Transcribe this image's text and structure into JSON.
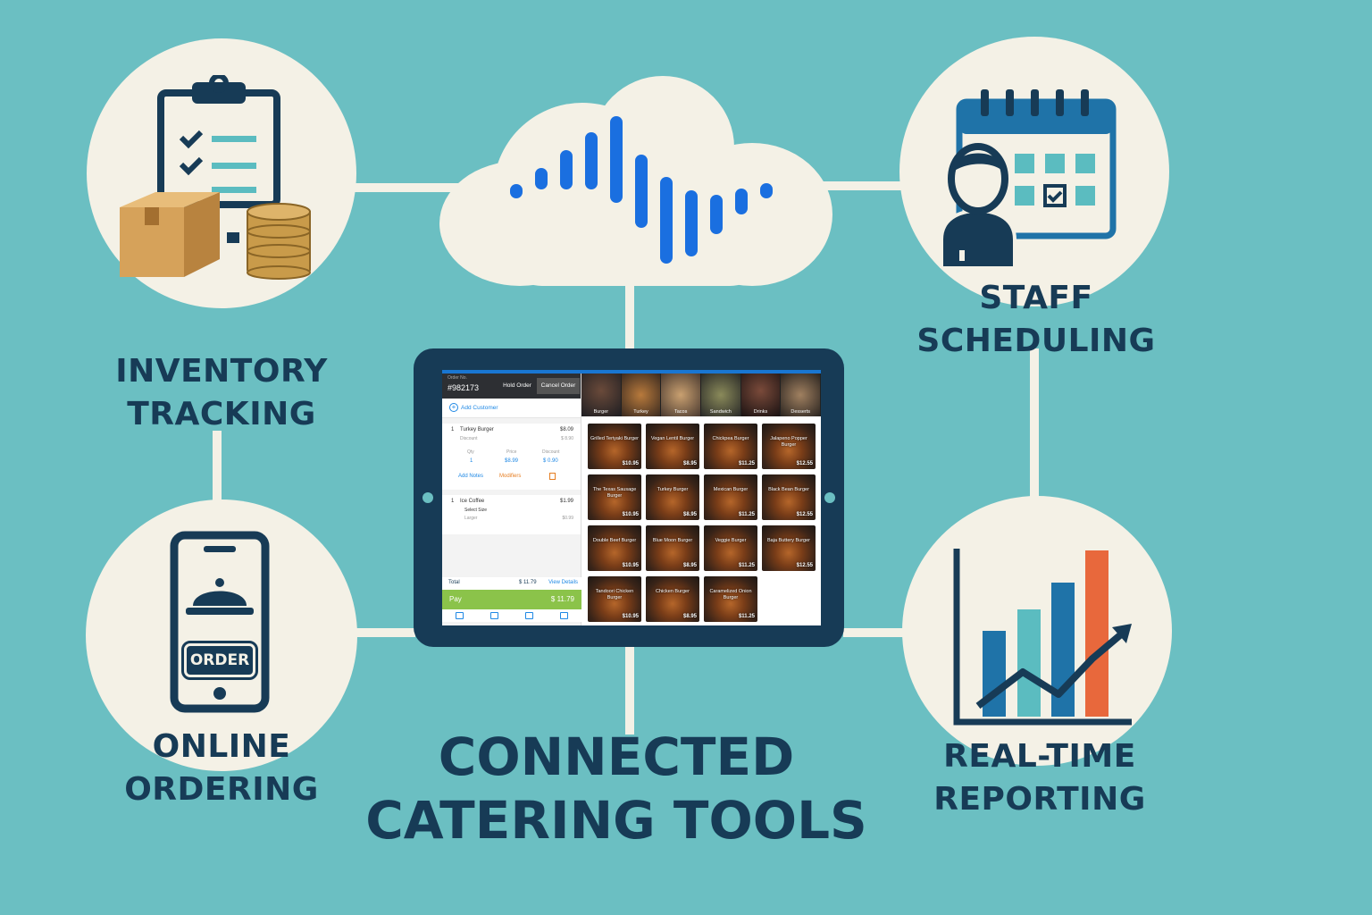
{
  "title": {
    "line1": "CONNECTED",
    "line2": "CATERING TOOLS"
  },
  "features": {
    "inventory": {
      "line1": "INVENTORY",
      "line2": "TRACKING"
    },
    "staff": {
      "line1": "STAFF",
      "line2": "SCHEDULING"
    },
    "online": {
      "line1": "ONLINE",
      "line2": "ORDERING",
      "badge": "ORDER"
    },
    "reporting": {
      "line1": "REAL-TIME",
      "line2": "REPORTING"
    }
  },
  "pos": {
    "order_no_label": "Order No.",
    "order_no": "#982173",
    "hold_order": "Hold Order",
    "cancel_order": "Cancel Order",
    "add_customer": "Add Customer",
    "item1": {
      "qty": "1",
      "name": "Turkey Burger",
      "price": "$8.09",
      "discount_label": "Discount",
      "discount": "$ 8.90",
      "col_qty": "Qty",
      "col_price": "Price",
      "col_discount": "Discount",
      "val_qty": "1",
      "val_price": "$8.99",
      "val_discount": "$ 0.90",
      "add_notes": "Add Notes",
      "modifiers": "Modifiers"
    },
    "item2": {
      "qty": "1",
      "name": "Ice Coffee",
      "price": "$1.99",
      "option_label": "Select Size",
      "option": "Larger",
      "option_price": "$0.99"
    },
    "total_label": "Total",
    "total": "$ 11.79",
    "view_details": "View Details",
    "pay_label": "Pay",
    "pay_amount": "$ 11.79",
    "categories": [
      "Burger",
      "Turkey",
      "Tacos",
      "Sandwich",
      "Drinks",
      "Desserts"
    ],
    "products": [
      {
        "name": "Grilled Teriyaki Burger",
        "price": "$10.95"
      },
      {
        "name": "Vegan Lentil Burger",
        "price": "$8.95"
      },
      {
        "name": "Chickpea Burger",
        "price": "$11.25"
      },
      {
        "name": "Jalapeno Popper Burger",
        "price": "$12.55"
      },
      {
        "name": "The Texas Sausage Burger",
        "price": "$10.95"
      },
      {
        "name": "Turkey Burger",
        "price": "$8.95"
      },
      {
        "name": "Mexican Burger",
        "price": "$11.25"
      },
      {
        "name": "Black Bean Burger",
        "price": "$12.55"
      },
      {
        "name": "Double Beef Burger",
        "price": "$10.95"
      },
      {
        "name": "Blue Moon Burger",
        "price": "$8.95"
      },
      {
        "name": "Veggie Burger",
        "price": "$11.25"
      },
      {
        "name": "Baja Buttery Burger",
        "price": "$12.55"
      },
      {
        "name": "Tandoori Chicken Burger",
        "price": "$10.95"
      },
      {
        "name": "Chicken Burger",
        "price": "$8.95"
      },
      {
        "name": "Caramelized Onion Burger",
        "price": "$11.25"
      }
    ]
  },
  "colors": {
    "background": "#6bbfc2",
    "circle": "#f4f1e6",
    "navy": "#173b56",
    "cloud_wave": "#1a6fe0",
    "pay_green": "#8bc34a",
    "chart_orange": "#e8683c",
    "chart_blue": "#1f73a8",
    "chart_teal": "#5bbcc0"
  },
  "icons": [
    "clipboard-icon",
    "box-icon",
    "coins-icon",
    "calendar-icon",
    "person-icon",
    "phone-icon",
    "cloche-icon",
    "sound-wave-icon",
    "bar-chart-icon"
  ]
}
